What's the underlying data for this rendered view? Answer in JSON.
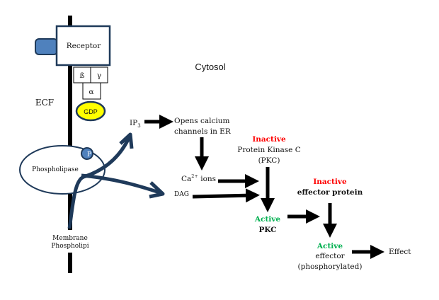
{
  "labels": {
    "receptor": "Receptor",
    "beta": "ß",
    "gamma": "γ",
    "alpha": "α",
    "gdp": "GDP",
    "ecf": "ECF",
    "cytosol": "Cytosol",
    "phospholipase": "Phospholipase",
    "p": "P",
    "membrane_line1": "Membrane",
    "membrane_line2": "Phospholipi",
    "ip3_main": "IP",
    "ip3_sub": "3",
    "opens_line1": "Opens calcium",
    "opens_line2": "channels in ER",
    "ca_main": "Ca",
    "ca_sup": "2+",
    "ca_rest": " ions",
    "dag": "DAG",
    "pkc_inactive": "Inactive",
    "pkc_line1": "Protein Kinase C",
    "pkc_line2": "(PKC)",
    "pkc_active": "Active",
    "pkc_active_name": "PKC",
    "effector_inactive": "Inactive",
    "effector_protein": "effector protein",
    "effector_active": "Active",
    "effector_line1": "effector",
    "effector_line2": "(phosphorylated)",
    "effect": "Effect"
  },
  "colors": {
    "inactive": "#ff0000",
    "active": "#00b050",
    "curved_arrow": "#1f3a5a",
    "receptor_tab": "#4f81bd",
    "gdp": "#ffff00"
  }
}
